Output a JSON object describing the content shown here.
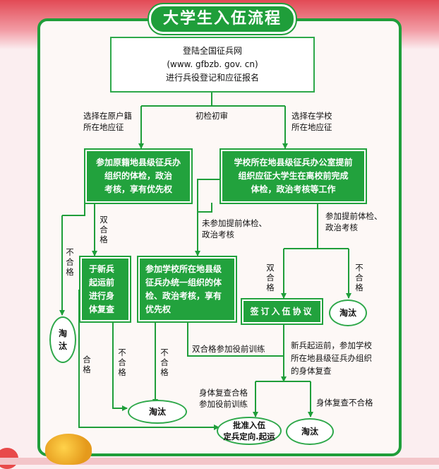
{
  "title": "大学生入伍流程",
  "nodes": {
    "start": "登陆全国征兵网\n(www. gfbzb. gov. cn)\n进行兵役登记和应征报名",
    "origin_exam": "参加原籍地县级征兵办\n组织的体检，政治\n考核，享有优先权",
    "school_exam": "学校所在地县级征兵办公室提前\n组织应征大学生在离校前完成\n体检，政治考核等工作",
    "recheck_left": "于新兵\n起运前\n进行身\n体复查",
    "school_unified": "参加学校所在地县级\n征兵办统一组织的体\n检、政治考核，享有\n优先权",
    "sign": "签订入伍协议",
    "eliminate_right_top": "淘汰",
    "eliminate_left": "淘\n汰",
    "eliminate_mid": "淘汰",
    "eliminate_bottom": "淘汰",
    "approve": "批准入伍\n定兵定向.起运"
  },
  "labels": {
    "choose_origin": "选择在原户籍\n所在地应征",
    "initial_check": "初检初审",
    "choose_school": "选择在学校\n所在地应征",
    "double_pass_left": "双\n合\n格",
    "fail_left": "不\n合\n格",
    "pass_left": "合\n格",
    "fail_recheck": "不\n合\n格",
    "fail_unified": "不\n合\n格",
    "not_pre_exam": "未参加提前体检、\n政治考核",
    "pre_exam": "参加提前体检、\n政治考核",
    "double_pass_right": "双\n合\n格",
    "fail_right": "不\n合\n格",
    "double_pass_training": "双合格参加役前训练",
    "recheck_before_departure": "新兵起运前，参加学校\n所在地县级征兵办组织\n的身体复查",
    "recheck_pass": "身体复查合格\n参加役前训练",
    "recheck_fail": "身体复查不合格"
  },
  "colors": {
    "green": "#22a23d",
    "frame": "#1f9e3a",
    "line": "#1f9e3a"
  }
}
